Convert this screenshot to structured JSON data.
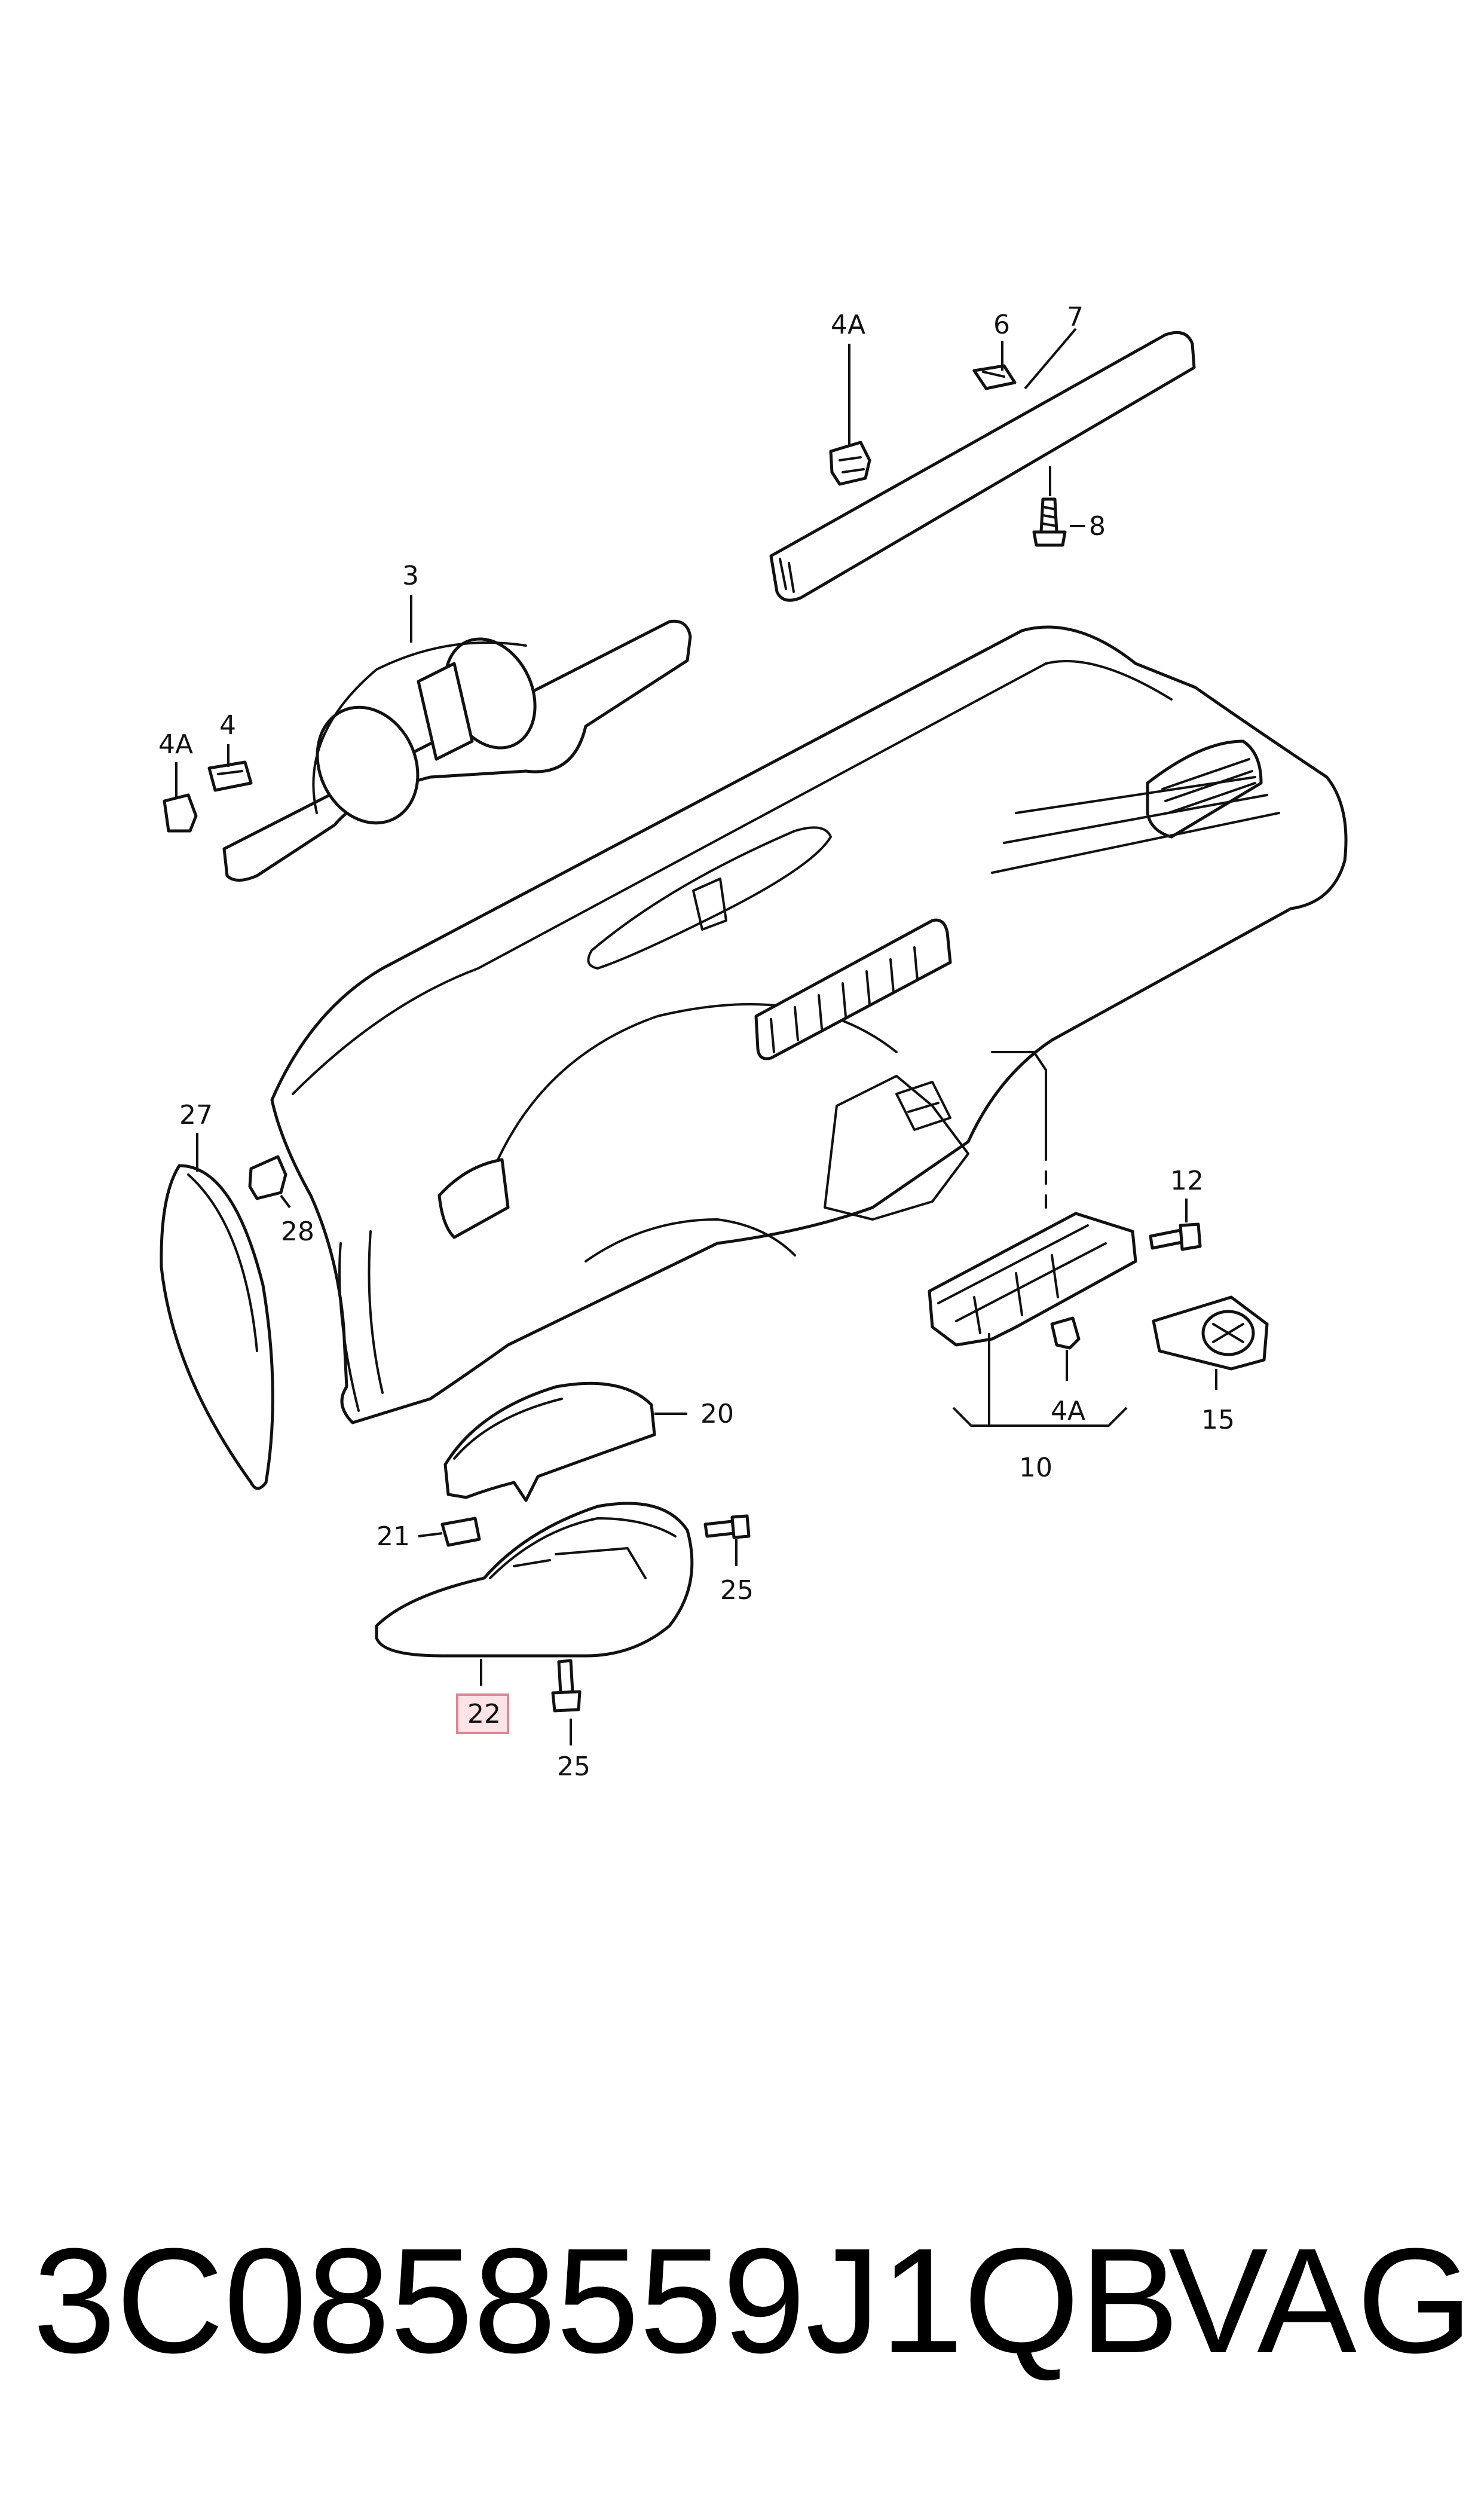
{
  "callouts": {
    "c4a_top": "4A",
    "c6": "6",
    "c7": "7",
    "c8": "8",
    "c3": "3",
    "c4": "4",
    "c4a_left": "4A",
    "c27": "27",
    "c28": "28",
    "c12": "12",
    "c15": "15",
    "c4a_bottom": "4A",
    "c10": "10",
    "c20": "20",
    "c21": "21",
    "c25_right": "25",
    "c22": "22",
    "c25_bottom": "25"
  },
  "footer": {
    "part_number": "3C0858559J1QB",
    "brand": "VAG"
  },
  "colors": {
    "line": "#111111",
    "highlight_fill": "#fbe3e6",
    "highlight_border": "#d88a94"
  }
}
